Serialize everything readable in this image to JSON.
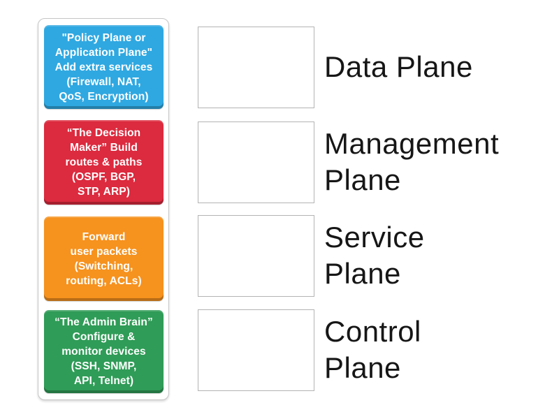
{
  "activity": {
    "pairs": [
      {
        "card": {
          "lines": [
            "\"Policy Plane or",
            "Application Plane\"",
            "Add extra services",
            "(Firewall, NAT,",
            "QoS, Encryption)"
          ],
          "color": "#2FA8E1",
          "text_color": "#ffffff"
        },
        "answer": {
          "lines": [
            "Data Plane"
          ]
        }
      },
      {
        "card": {
          "lines": [
            "“The Decision",
            "Maker” Build",
            "routes & paths",
            "(OSPF, BGP,",
            "STP, ARP)"
          ],
          "color": "#DC2A3E",
          "text_color": "#ffffff"
        },
        "answer": {
          "lines": [
            "Management",
            "Plane"
          ]
        }
      },
      {
        "card": {
          "lines": [
            "Forward",
            "user packets",
            "(Switching,",
            "routing, ACLs)"
          ],
          "color": "#F6921E",
          "text_color": "#ffffff"
        },
        "answer": {
          "lines": [
            "Service",
            "Plane"
          ]
        }
      },
      {
        "card": {
          "lines": [
            "“The Admin Brain”",
            "Configure &",
            "monitor devices",
            "(SSH, SNMP,",
            "API, Telnet)"
          ],
          "color": "#2F9C57",
          "text_color": "#ffffff"
        },
        "answer": {
          "lines": [
            "Control",
            "Plane"
          ]
        }
      }
    ],
    "answer_text_color": "#161616"
  }
}
